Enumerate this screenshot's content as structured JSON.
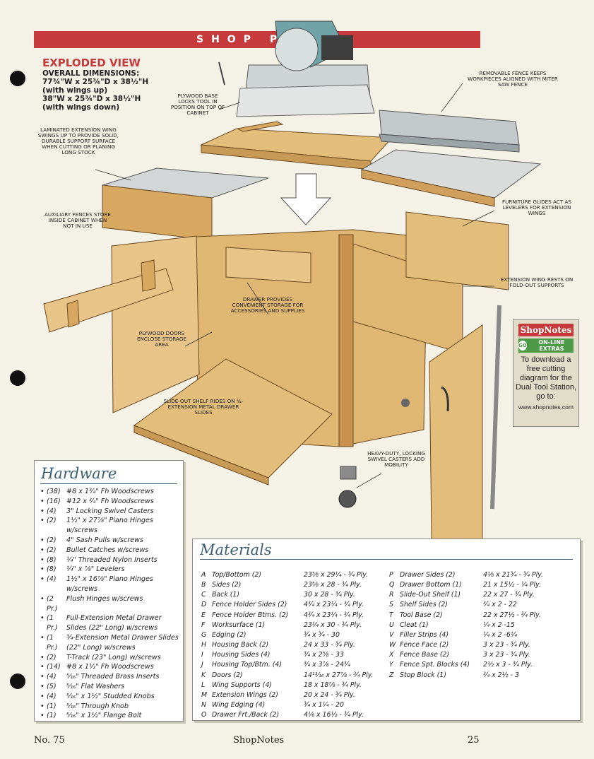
{
  "banner": {
    "text": "SHOP PRO"
  },
  "exploded": {
    "title": "EXPLODED VIEW",
    "heading": "OVERALL DIMENSIONS:",
    "lines": [
      "77¾\"W x 25¾\"D x 38½\"H",
      "(with wings up)",
      "38\"W x 25¾\"D x 38½\"H",
      "(with wings down)"
    ]
  },
  "callouts": {
    "plywood_base": "PLYWOOD BASE LOCKS TOOL IN POSITION ON TOP OF CABINET",
    "laminated_wing": "LAMINATED EXTENSION WING SWINGS UP TO PROVIDE SOLID, DURABLE SUPPORT SURFACE WHEN CUTTING OR PLANING LONG STOCK",
    "aux_fences": "AUXILIARY FENCES STORE INSIDE CABINET WHEN NOT IN USE",
    "removable_fence": "REMOVABLE FENCE KEEPS WORKPIECES ALIGNED WITH MITER SAW FENCE",
    "furniture_glides": "FURNITURE GLIDES ACT AS LEVELERS FOR EXTENSION WINGS",
    "extension_wing": "EXTENSION WING RESTS ON FOLD-OUT SUPPORTS",
    "drawer": "DRAWER PROVIDES CONVENIENT STORAGE FOR ACCESSORIES AND SUPPLIES",
    "doors": "PLYWOOD DOORS ENCLOSE STORAGE AREA",
    "shelf": "SLIDE-OUT SHELF RIDES ON ¾-EXTENSION METAL DRAWER SLIDES",
    "casters": "HEAVY-DUTY, LOCKING SWIVEL CASTERS ADD MOBILITY"
  },
  "shopnotes": {
    "logo": "ShopNotes",
    "go": "GO",
    "extras": "ON-LINE EXTRAS",
    "text": "To download a free cutting diagram for the Dual Tool Station, go to:",
    "url": "www.shopnotes.com"
  },
  "hardware": {
    "title": "Hardware",
    "items": [
      {
        "qty": "(38)",
        "desc": "#8 x 1¾\" Fh Woodscrews"
      },
      {
        "qty": "(16)",
        "desc": "#12 x ¾\" Fh Woodscrews"
      },
      {
        "qty": "(4)",
        "desc": "3\" Locking Swivel Casters"
      },
      {
        "qty": "(2)",
        "desc": "1½\" x 27⅞\" Piano Hinges w/screws"
      },
      {
        "qty": "(2)",
        "desc": "4\" Sash Pulls w/screws"
      },
      {
        "qty": "(2)",
        "desc": "Bullet Catches w/screws"
      },
      {
        "qty": "(8)",
        "desc": "¼\" Threaded Nylon Inserts"
      },
      {
        "qty": "(8)",
        "desc": "¼\" x ⅞\" Levelers"
      },
      {
        "qty": "(4)",
        "desc": "1½\" x 16⅞\" Piano Hinges w/screws"
      },
      {
        "qty": "(2 Pr.)",
        "desc": "Flush Hinges w/screws"
      },
      {
        "qty": "(1 Pr.)",
        "desc": "Full-Extension Metal Drawer Slides (22\" Long) w/screws"
      },
      {
        "qty": "(1 Pr.)",
        "desc": "¾-Extension Metal Drawer Slides (22\" Long) w/screws"
      },
      {
        "qty": "(2)",
        "desc": "T-Track (23\" Long) w/screws"
      },
      {
        "qty": "(14)",
        "desc": "#8 x 1½\" Fh Woodscrews"
      },
      {
        "qty": "(4)",
        "desc": "⁵⁄₁₆\" Threaded Brass Inserts"
      },
      {
        "qty": "(5)",
        "desc": "⁵⁄₁₆\" Flat Washers"
      },
      {
        "qty": "(4)",
        "desc": "⁵⁄₁₆\" x 1½\" Studded Knobs"
      },
      {
        "qty": "(1)",
        "desc": "⁵⁄₁₆\" Through Knob"
      },
      {
        "qty": "(1)",
        "desc": "⁵⁄₁₆\" x 1½\" Flange Bolt"
      }
    ]
  },
  "materials": {
    "title": "Materials",
    "left": [
      {
        "k": "A",
        "name": "Top/Bottom (2)",
        "dim": "23⅝ x 29¼ - ¾ Ply."
      },
      {
        "k": "B",
        "name": "Sides (2)",
        "dim": "23⅝ x 28 - ¾ Ply."
      },
      {
        "k": "C",
        "name": "Back (1)",
        "dim": "30 x 28 - ¾ Ply."
      },
      {
        "k": "D",
        "name": "Fence Holder Sides (2)",
        "dim": "4¾ x 23¼ - ¾ Ply."
      },
      {
        "k": "E",
        "name": "Fence Holder Btms. (2)",
        "dim": "4¾ x 23¼ - ¾ Ply."
      },
      {
        "k": "F",
        "name": "Worksurface (1)",
        "dim": "23¼ x 30 - ¾ Ply."
      },
      {
        "k": "G",
        "name": "Edging (2)",
        "dim": "¾ x ¾ - 30"
      },
      {
        "k": "H",
        "name": "Housing Back (2)",
        "dim": "24 x 33 - ¾ Ply."
      },
      {
        "k": "I",
        "name": "Housing Sides (4)",
        "dim": "¾ x 2⅝ - 33"
      },
      {
        "k": "J",
        "name": "Housing Top/Btm. (4)",
        "dim": "¾ x 3⅞ - 24¾"
      },
      {
        "k": "K",
        "name": "Doors (2)",
        "dim": "14¹³⁄₁₆ x 27⅞ - ¾ Ply."
      },
      {
        "k": "L",
        "name": "Wing Supports (4)",
        "dim": "18 x 18⅞ - ¾ Ply."
      },
      {
        "k": "M",
        "name": "Extension Wings (2)",
        "dim": "20 x 24 - ¾ Ply."
      },
      {
        "k": "N",
        "name": "Wing Edging (4)",
        "dim": "¾ x 1¼ - 20"
      },
      {
        "k": "O",
        "name": "Drawer Frt./Back (2)",
        "dim": "4⅛ x 16½ - ¾ Ply."
      }
    ],
    "right": [
      {
        "k": "P",
        "name": "Drawer Sides (2)",
        "dim": "4⅛ x 21¾ - ¾ Ply."
      },
      {
        "k": "Q",
        "name": "Drawer Bottom (1)",
        "dim": "21 x 15½ - ¼ Ply."
      },
      {
        "k": "R",
        "name": "Slide-Out Shelf (1)",
        "dim": "22 x 27 - ¾ Ply."
      },
      {
        "k": "S",
        "name": "Shelf Sides (2)",
        "dim": "¾ x 2 - 22"
      },
      {
        "k": "T",
        "name": "Tool Base (2)",
        "dim": "22 x 27½ - ¾ Ply."
      },
      {
        "k": "U",
        "name": "Cleat (1)",
        "dim": "¼ x 2 -15"
      },
      {
        "k": "V",
        "name": "Filler Strips (4)",
        "dim": "¼ x 2 -6¼"
      },
      {
        "k": "W",
        "name": "Fence Face (2)",
        "dim": "3 x 23 - ¾ Ply."
      },
      {
        "k": "X",
        "name": "Fence Base (2)",
        "dim": "3 x 23 - ¾ Ply."
      },
      {
        "k": "Y",
        "name": "Fence Spt. Blocks (4)",
        "dim": "2½ x 3 - ¾ Ply."
      },
      {
        "k": "Z",
        "name": "Stop Block (1)",
        "dim": "¾ x 2½ - 3"
      }
    ]
  },
  "footer": {
    "issue": "No. 75",
    "magazine": "ShopNotes",
    "page": "25"
  }
}
